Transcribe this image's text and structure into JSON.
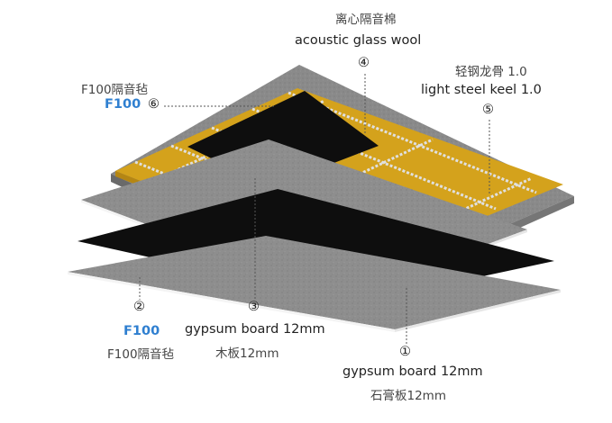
{
  "colors": {
    "accent_blue": "#2f7fd0",
    "sheet_gray": "#8d8d8d",
    "black_felt": "#0e0e0e",
    "glass_wool": "#d4a21c",
    "ceiling_concrete": "#8f8f8f"
  },
  "labels": {
    "l4": {
      "marker": "④",
      "cn": "离心隔音棉",
      "en": "acoustic glass wool"
    },
    "l5": {
      "marker": "⑤",
      "cn": "轻钢龙骨 1.0",
      "en": "light steel keel 1.0"
    },
    "l6": {
      "marker": "⑥",
      "cn": "F100隔音毡",
      "code": "F100"
    },
    "l2": {
      "marker": "②",
      "code": "F100",
      "cn": "F100隔音毡"
    },
    "l3": {
      "marker": "③",
      "en": "gypsum board 12mm",
      "cn": "木板12mm"
    },
    "l1": {
      "marker": "①",
      "en": "gypsum board 12mm",
      "cn": "石膏板12mm"
    }
  }
}
